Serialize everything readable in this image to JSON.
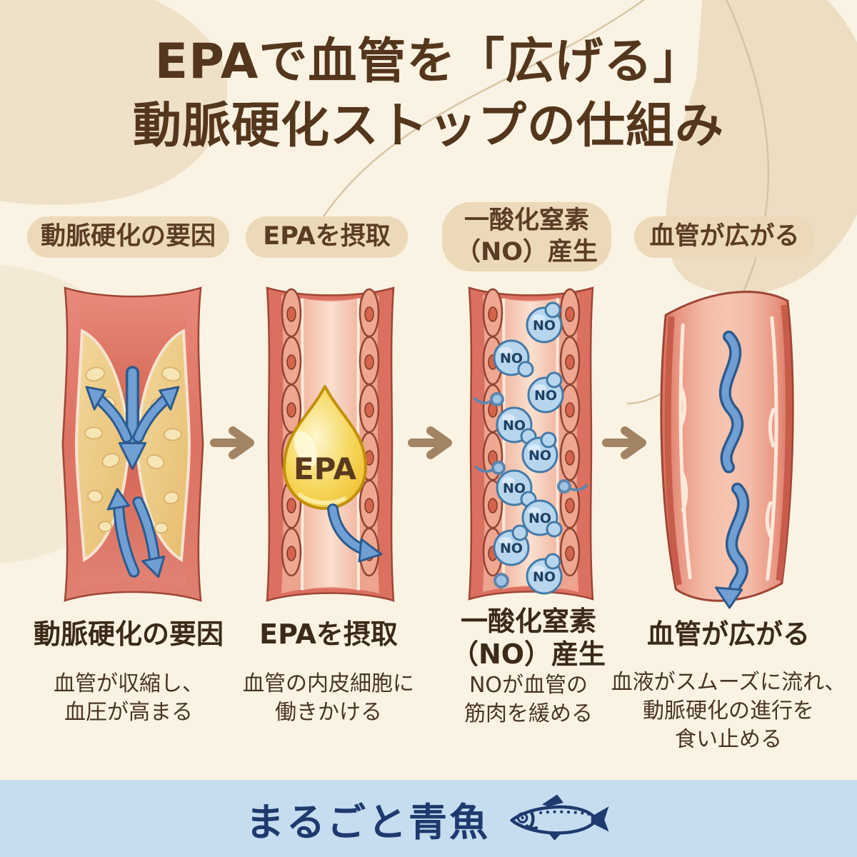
{
  "title": {
    "line1": "EPAで血管を「広げる」",
    "line2": "動脈硬化ストップの仕組み"
  },
  "steps": [
    {
      "badge": "動脈硬化の要因",
      "label": "動脈硬化の要因",
      "description": "血管が収縮し、\n血圧が高まる",
      "illustration": "narrowed-artery-with-plaque"
    },
    {
      "badge": "EPAを摂取",
      "label": "EPAを摂取",
      "description": "血管の内皮細胞に\n働きかける",
      "illustration": "artery-with-epa-droplet",
      "droplet_text": "EPA"
    },
    {
      "badge": "一酸化窒素\n（NO）産生",
      "label": "一酸化窒素\n（NO）産生",
      "description": "NOが血管の\n筋肉を緩める",
      "illustration": "artery-producing-nitric-oxide",
      "molecule_text": "NO"
    },
    {
      "badge": "血管が広がる",
      "label": "血管が広がる",
      "description": "血液がスムーズに流れ、\n動脈硬化の進行を\n食い止める",
      "illustration": "widened-artery-smooth-flow"
    }
  ],
  "flow_arrow_icon": "right-arrow-icon",
  "footer": {
    "brand": "まるごと青魚",
    "logo_icon": "fish-icon"
  },
  "colors": {
    "background": "#faf3e3",
    "badge_bg": "#ecd9b9",
    "title_text": "#54361d",
    "body_text": "#4a3523",
    "flow_arrow": "#a28465",
    "vessel_wall_red": "#dd7263",
    "plaque_yellow": "#eecb85",
    "blood_flow_blue": "#6f9fd4",
    "no_bubble_blue": "#b7d6ee",
    "epa_gold": "#f3d054",
    "footer_bg": "#c6ddf0",
    "footer_navy": "#1e3a6e"
  }
}
